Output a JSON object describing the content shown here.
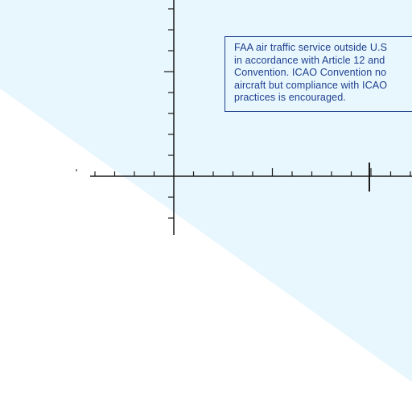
{
  "colors": {
    "water_fill": "#e8f7fd",
    "land_fill": "#ffffff",
    "grid_ink": "#1a1a1a",
    "note_ink": "#1f3f8f"
  },
  "note": {
    "lines": [
      "FAA air traffic service outside U.S",
      "in accordance with Article 12 and",
      "Convention. ICAO Convention no",
      "aircraft but compliance with ICAO",
      "practices is encouraged."
    ]
  }
}
